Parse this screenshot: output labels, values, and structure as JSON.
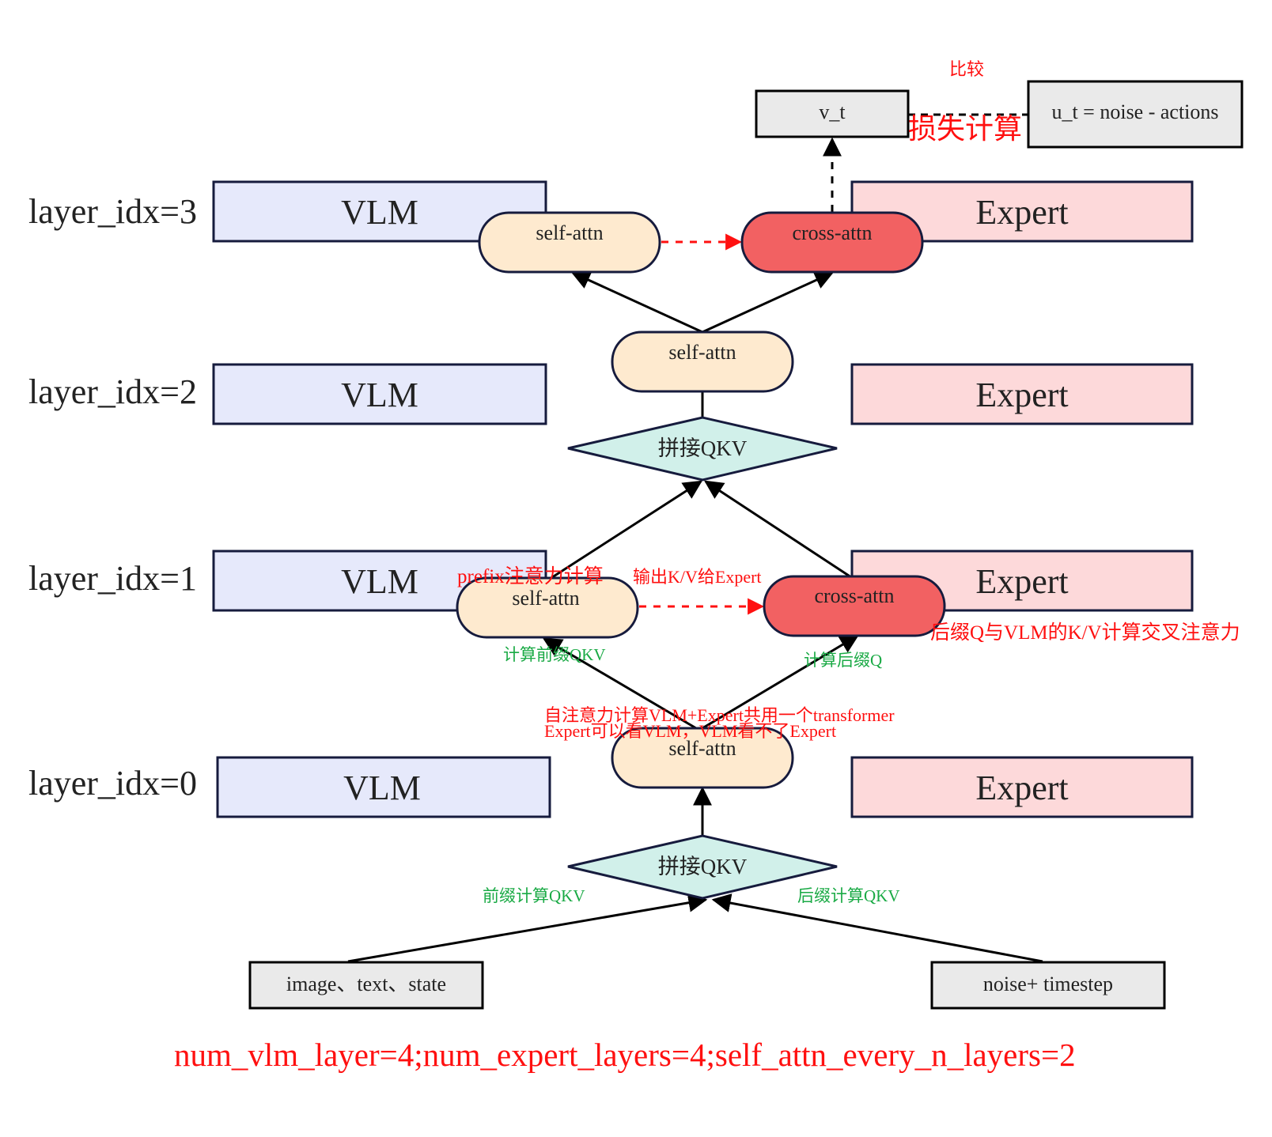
{
  "layers": [
    {
      "label": "layer_idx=3",
      "vlm": "VLM",
      "expert": "Expert"
    },
    {
      "label": "layer_idx=2",
      "vlm": "VLM",
      "expert": "Expert"
    },
    {
      "label": "layer_idx=1",
      "vlm": "VLM",
      "expert": "Expert"
    },
    {
      "label": "layer_idx=0",
      "vlm": "VLM",
      "expert": "Expert"
    }
  ],
  "inputs": {
    "prefix": "image、text、state",
    "suffix": "noise+ timestep"
  },
  "loss": {
    "v_t": "v_t",
    "u_t": "u_t = noise - actions",
    "compare": "比较",
    "loss_calc": "损失计算"
  },
  "nodes": {
    "concat_qkv": "拼接QKV",
    "self_attn": "self-attn",
    "cross_attn": "cross-attn"
  },
  "annotations": {
    "prefix_qkv": "前缀计算QKV",
    "suffix_qkv": "后缀计算QKV",
    "self_attn_note_1": "自注意力计算VLM+Expert共用一个transformer",
    "self_attn_note_2": "Expert可以看VLM，VLM看不了Expert",
    "compute_prefix_qkv": "计算前缀QKV",
    "compute_suffix_q": "计算后缀Q",
    "prefix_attn": "prefix注意力计算",
    "output_kv": "输出K/V给Expert",
    "cross_note": "后缀Q与VLM的K/V计算交叉注意力",
    "config": "num_vlm_layer=4;num_expert_layers=4;self_attn_every_n_layers=2"
  },
  "colors": {
    "vlm_fill": "#e6e9fb",
    "expert_fill": "#fdd9da",
    "attn_fill": "#feeacf",
    "cross_fill": "#f26162",
    "diamond_fill": "#d1f0ea",
    "input_fill": "#eaeaea",
    "red_text": "#ff1010",
    "green_text": "#1aaa45",
    "stroke": "#161b3d"
  }
}
